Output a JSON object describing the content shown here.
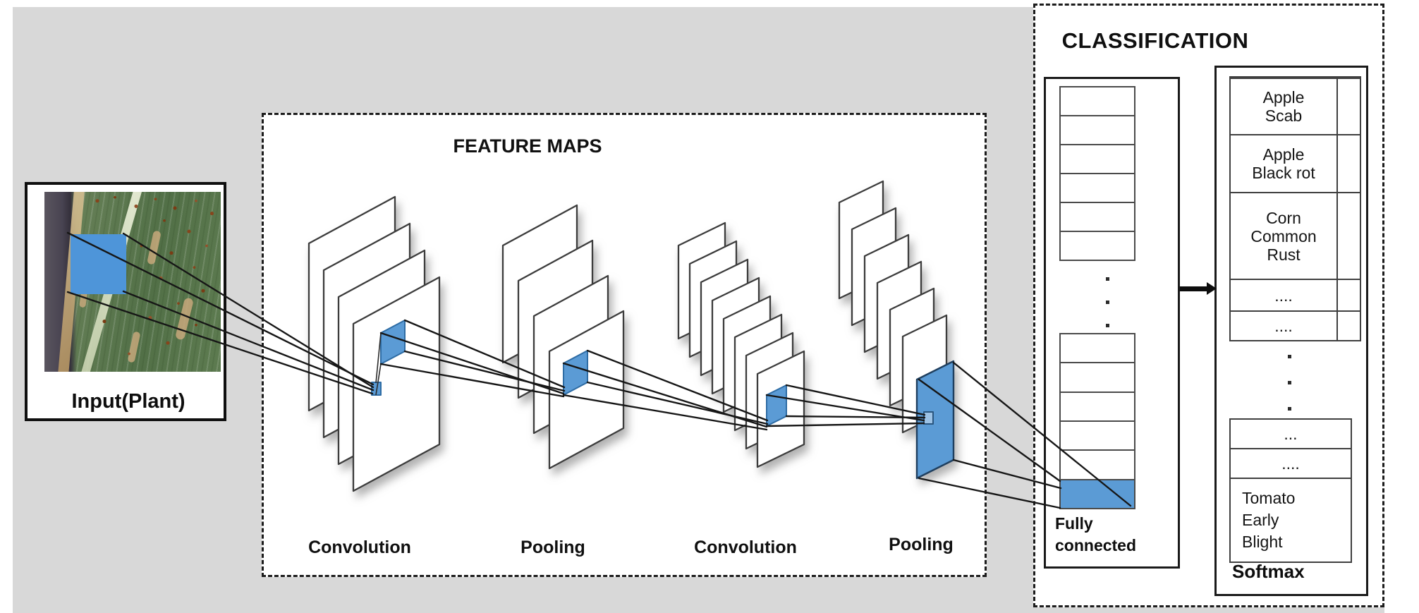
{
  "input": {
    "label": "Input(Plant)"
  },
  "feature_maps": {
    "title": "FEATURE MAPS",
    "layers": [
      {
        "label": "Convolution",
        "sheets": 4
      },
      {
        "label": "Pooling",
        "sheets": 4
      },
      {
        "label": "Convolution",
        "sheets": 8
      },
      {
        "label": "Pooling",
        "sheets": 7
      }
    ]
  },
  "classification": {
    "title": "CLASSIFICATION",
    "fully_connected": {
      "label": "Fully\nconnected",
      "upper_cells": 6,
      "lower_cells": 6,
      "highlight_last_cell": true
    },
    "softmax": {
      "label": "Softmax",
      "rows_upper": [
        "Apple\nScab",
        "Apple\nBlack rot",
        "Corn\nCommon\nRust",
        "....",
        "...."
      ],
      "rows_lower": [
        "...",
        "....",
        "Tomato\nEarly\nBlight"
      ]
    }
  },
  "colors": {
    "highlight_blue": "#5b9bd5",
    "background_gray": "#d8d8d8",
    "line_black": "#161616"
  }
}
